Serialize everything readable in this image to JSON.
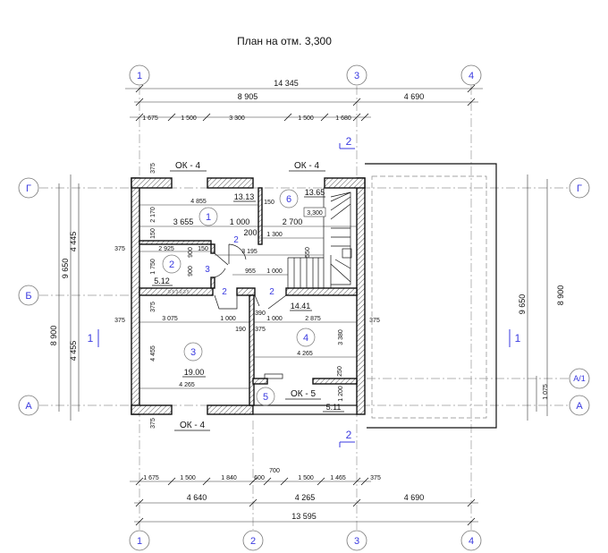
{
  "title": "План на отм. 3,300",
  "axes": {
    "cols": [
      "1",
      "2",
      "3",
      "4"
    ],
    "rows": [
      "Г",
      "Б",
      "А",
      "А/1"
    ]
  },
  "dims_top": {
    "total": "14 345",
    "mid": [
      "8 905",
      "4 690"
    ],
    "fine": [
      "1 675",
      "1 500",
      "3 300",
      "1 500",
      "1 680"
    ]
  },
  "dims_bottom": {
    "fine": [
      "1 675",
      "1 500",
      "1 840",
      "600",
      "700",
      "1 500",
      "1 465",
      "375"
    ],
    "mid": [
      "4 640",
      "4 265",
      "4 690"
    ],
    "total": "13 595"
  },
  "dims_left": [
    "9 650",
    "8 900",
    "4 445",
    "4 455",
    "375",
    "375"
  ],
  "dims_right": [
    "9 650",
    "8 900",
    "1 075",
    "375"
  ],
  "windows": [
    "ОК - 4",
    "ОК - 4",
    "ОК - 4",
    "ОК - 5"
  ],
  "rooms": [
    {
      "num": "1",
      "area": "13.13"
    },
    {
      "num": "2",
      "area": "5.12"
    },
    {
      "num": "3",
      "area": "19.00"
    },
    {
      "num": "4",
      "area": "14.41"
    },
    {
      "num": "5",
      "area": "5.11"
    },
    {
      "num": "6",
      "area": "13.65"
    }
  ],
  "level_mark": "3,300",
  "section_marks": [
    "2",
    "2",
    "1",
    "1"
  ],
  "door_marks": [
    "2",
    "3",
    "2",
    "2"
  ],
  "interior_dims": [
    "4 855",
    "2 170",
    "3 655",
    "1 000",
    "2 700",
    "150",
    "200",
    "1 300",
    "150",
    "2 925",
    "150",
    "900",
    "3 195",
    "1 750",
    "900",
    "550",
    "955",
    "1 000",
    "375",
    "3 075",
    "1 000",
    "390",
    "190",
    "375",
    "1 000",
    "2 875",
    "375",
    "3 380",
    "4 265",
    "4 455",
    "4 265",
    "250",
    "1 200",
    "375",
    "375",
    "5 5 3 0 3 5"
  ]
}
